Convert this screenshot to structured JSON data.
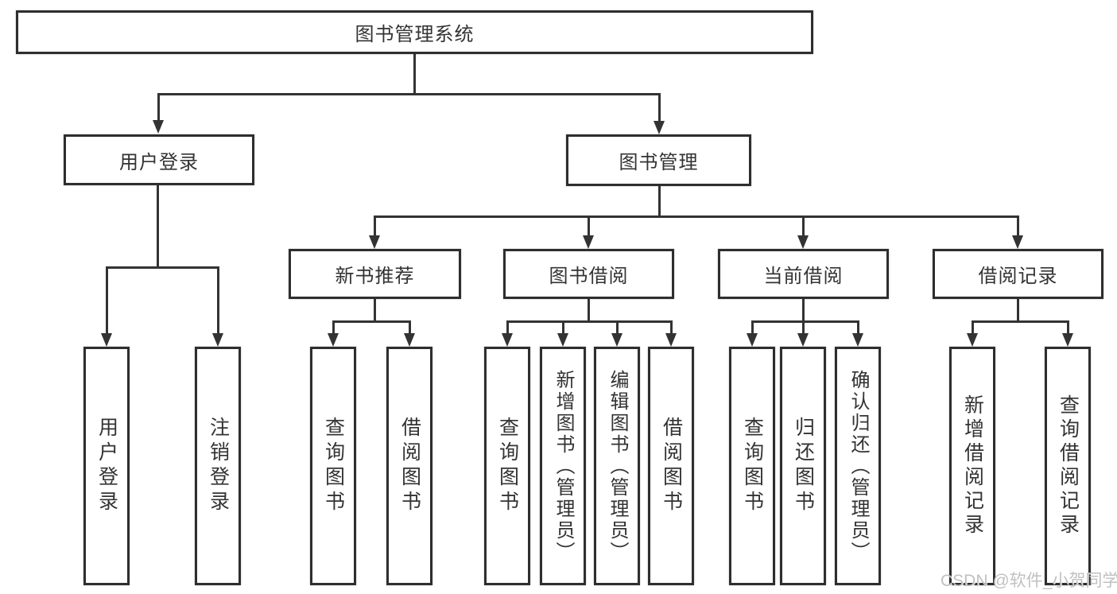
{
  "diagram": {
    "root": {
      "label": "图书管理系统"
    },
    "level2": [
      {
        "label": "用户登录"
      },
      {
        "label": "图书管理"
      }
    ],
    "level3": [
      {
        "label": "新书推荐"
      },
      {
        "label": "图书借阅"
      },
      {
        "label": "当前借阅"
      },
      {
        "label": "借阅记录"
      }
    ],
    "leaves": {
      "user_login": [
        "用户登录",
        "注销登录"
      ],
      "new_book_recommend": [
        "查询图书",
        "借阅图书"
      ],
      "book_borrow": [
        "查询图书",
        "新增图书（管理员）",
        "编辑图书（管理员）",
        "借阅图书"
      ],
      "current_borrow": [
        "查询图书",
        "归还图书",
        "确认归还（管理员）"
      ],
      "borrow_records": [
        "新增借阅记录",
        "查询借阅记录"
      ]
    },
    "watermark": "CSDN @软件_小贺同学",
    "colors": {
      "line": "#333333",
      "border": "#2e2e2e",
      "text": "#333333",
      "watermark": "#bdbdbd",
      "background": "#ffffff"
    }
  }
}
